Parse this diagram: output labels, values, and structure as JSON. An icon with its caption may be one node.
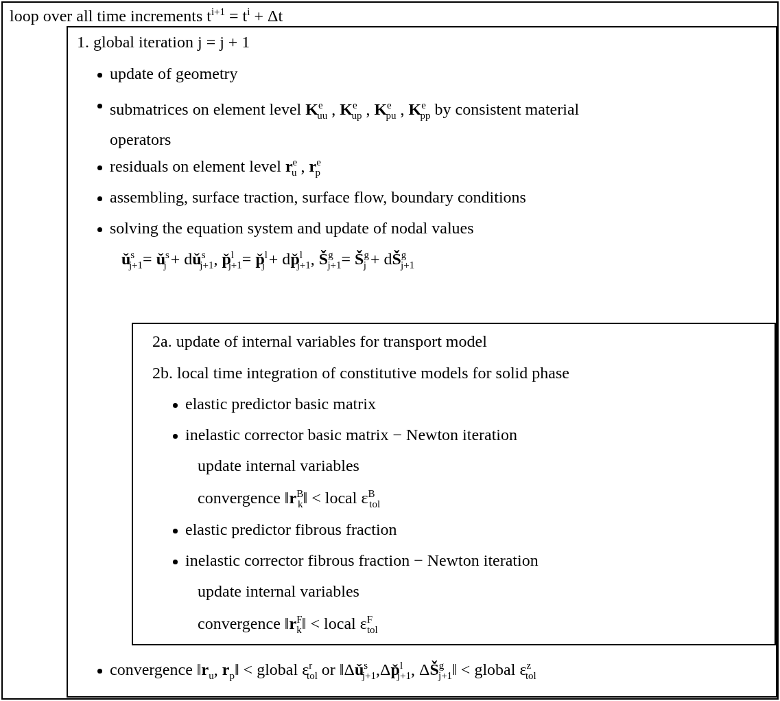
{
  "diagram": {
    "nodes": [
      {
        "text": [
          "loop over all time increments t$^{i+1}$ = t$^{i}$ + Δt"
        ]
      },
      {
        "text": [
          "1. global iteration j = j + 1",
          "update of geometry",
          "submatrices on element level **K**$^{e}$$_{uu}$ , **K**$^{e}$$_{up}$ , **K**$^{e}$$_{pu}$ , **K**$^{e}$$_{pp}$ by consistent material operators",
          "residuals on element level **r**$^{e}$$_{u}$ , **r**$^{e}$$_{p}$",
          "assembling, surface traction, surface flow, boundary conditions",
          "solving the equation system and update of nodal values",
          "**ǔ**$^{s}$$_{j+1}$= **ǔ**$^{s}$$_{j}$ + d**ǔ**$^{s}$$_{j+1}$, **p̌**$^{l}$$_{j+1}$= **p̌**$^{l}$$_{j}$ + d**p̌**$^{l}$$_{j+1}$, **Š**$^{g}$$_{j+1}$= **Š**$^{g}$$_{j}$ + d**Š**$^{g}$$_{j+1}$",
          "convergence ‖**r**$_{u}$, **r**$_{p}$‖ < global ε$^{r}$$_{tol}$ or ‖Δ**ǔ**$^{s}$$_{j+1}$,Δ**p̌**$^{l}$$_{j+1}$, Δ**Š**$^{g}$$_{j+1}$‖ < global ε$^{z}$$_{tol}$"
        ],
        "in": 0
      },
      {
        "text": [
          "2a. update of internal variables for transport model",
          "2b. local time integration of constitutive models for solid phase",
          "elastic predictor basic matrix",
          "inelastic corrector basic matrix − Newton iteration",
          "update internal variables",
          "convergence ‖**r**$^{B}$$_{k}$‖ < local ε$^{B}$$_{tol}$",
          "elastic predictor fibrous fraction",
          "inelastic corrector fibrous fraction − Newton iteration",
          "update internal variables",
          "convergence ‖**r**$^{F}$$_{k}$‖ < local ε$^{F}$$_{tol}$"
        ],
        "in": 1
      }
    ],
    "edges": []
  }
}
